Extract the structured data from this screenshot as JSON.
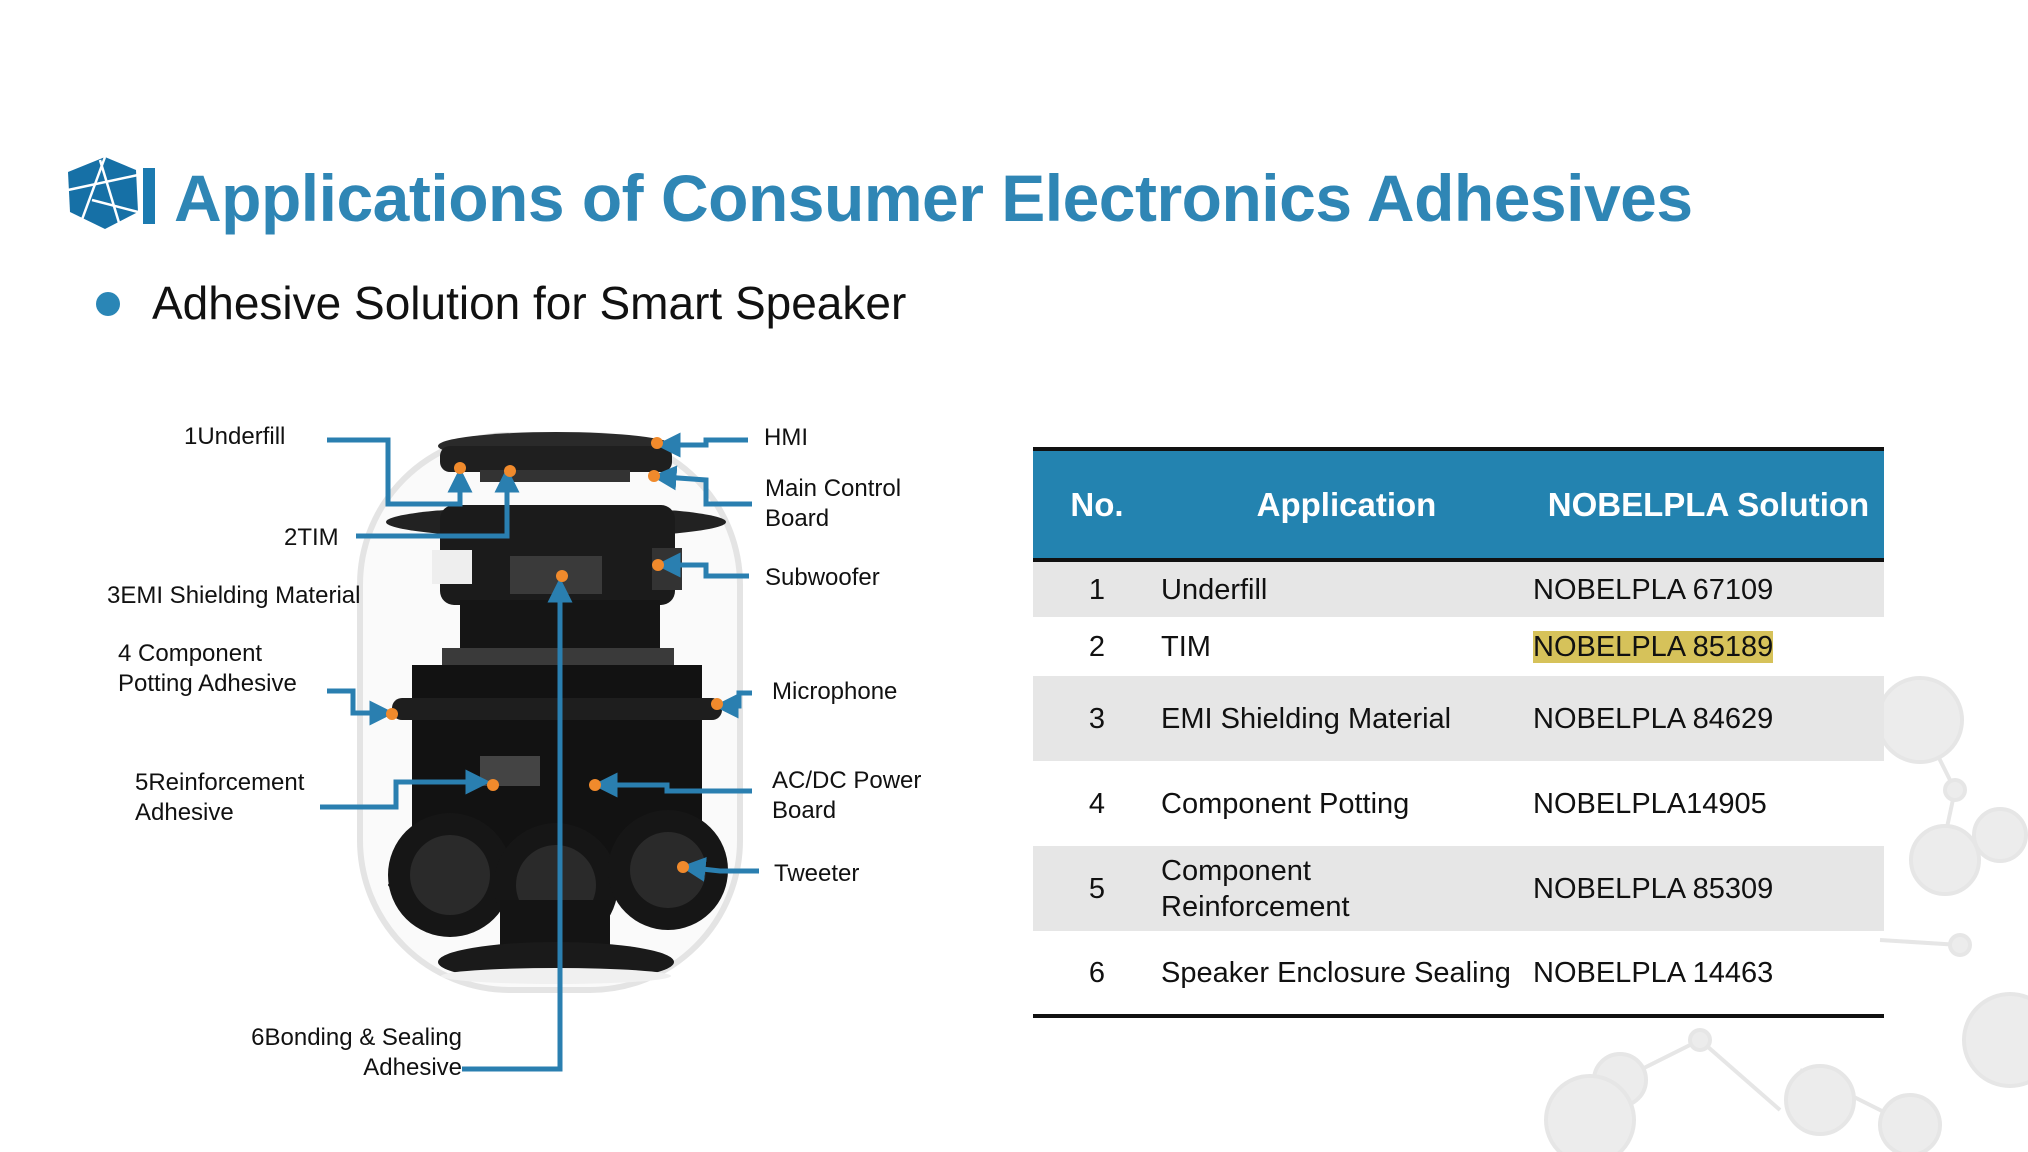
{
  "header": {
    "title": "Applications of Consumer Electronics Adhesives",
    "subtitle": "Adhesive Solution for Smart Speaker"
  },
  "diagram": {
    "left_labels": [
      {
        "lines": [
          "1Underfill"
        ]
      },
      {
        "lines": [
          "2TIM"
        ]
      },
      {
        "lines": [
          "3EMI Shielding Material"
        ]
      },
      {
        "lines": [
          "4 Component",
          "Potting  Adhesive"
        ]
      },
      {
        "lines": [
          "5Reinforcement",
          "Adhesive"
        ]
      },
      {
        "lines": [
          "6Bonding & Sealing",
          "Adhesive"
        ]
      }
    ],
    "right_labels": [
      {
        "lines": [
          "HMI"
        ]
      },
      {
        "lines": [
          "Main Control",
          "Board"
        ]
      },
      {
        "lines": [
          "Subwoofer"
        ]
      },
      {
        "lines": [
          "Microphone"
        ]
      },
      {
        "lines": [
          "AC/DC Power",
          "Board"
        ]
      },
      {
        "lines": [
          "Tweeter"
        ]
      }
    ],
    "colors": {
      "leader": "#2a7fb0",
      "dot": "#f08a2c"
    }
  },
  "table": {
    "headers": [
      "No.",
      "Application",
      "NOBELPLA Solution"
    ],
    "rows": [
      {
        "no": "1",
        "application": "Underfill",
        "solution": "NOBELPLA 67109"
      },
      {
        "no": "2",
        "application": "TIM",
        "solution": "NOBELPLA 85189",
        "highlighted": true
      },
      {
        "no": "3",
        "application": "EMI Shielding Material",
        "solution": "NOBELPLA 84629"
      },
      {
        "no": "4",
        "application": "Component Potting",
        "solution": "NOBELPLA14905"
      },
      {
        "no": "5",
        "application": "Component Reinforcement",
        "solution": "NOBELPLA 85309"
      },
      {
        "no": "6",
        "application": "Speaker Enclosure Sealing",
        "solution": "NOBELPLA 14463"
      }
    ]
  }
}
